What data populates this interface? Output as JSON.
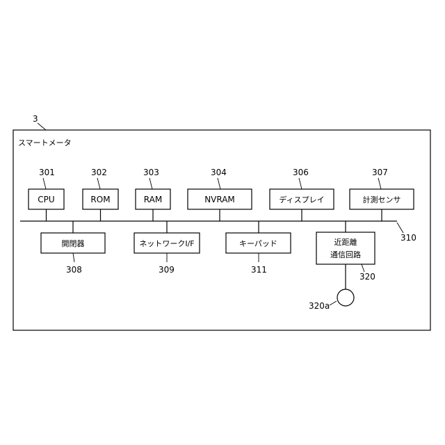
{
  "figure": {
    "device_ref": "3",
    "device_title": "スマートメータ",
    "bus_ref": "310",
    "antenna_ref": "320a"
  },
  "top_blocks": [
    {
      "key": "cpu",
      "ref": "301",
      "label": "CPU"
    },
    {
      "key": "rom",
      "ref": "302",
      "label": "ROM"
    },
    {
      "key": "ram",
      "ref": "303",
      "label": "RAM"
    },
    {
      "key": "nvram",
      "ref": "304",
      "label": "NVRAM"
    },
    {
      "key": "display",
      "ref": "306",
      "label": "ディスプレイ"
    },
    {
      "key": "meter-sensor",
      "ref": "307",
      "label": "計測センサ"
    }
  ],
  "bottom_blocks": [
    {
      "key": "switch",
      "ref": "308",
      "label": [
        "開閉器"
      ]
    },
    {
      "key": "network-if",
      "ref": "309",
      "label": [
        "ネットワークI/F"
      ]
    },
    {
      "key": "keypad",
      "ref": "311",
      "label": [
        "キーパッド"
      ]
    },
    {
      "key": "nfc-circuit",
      "ref": "320",
      "label": [
        "近距離",
        "通信回路"
      ]
    }
  ]
}
